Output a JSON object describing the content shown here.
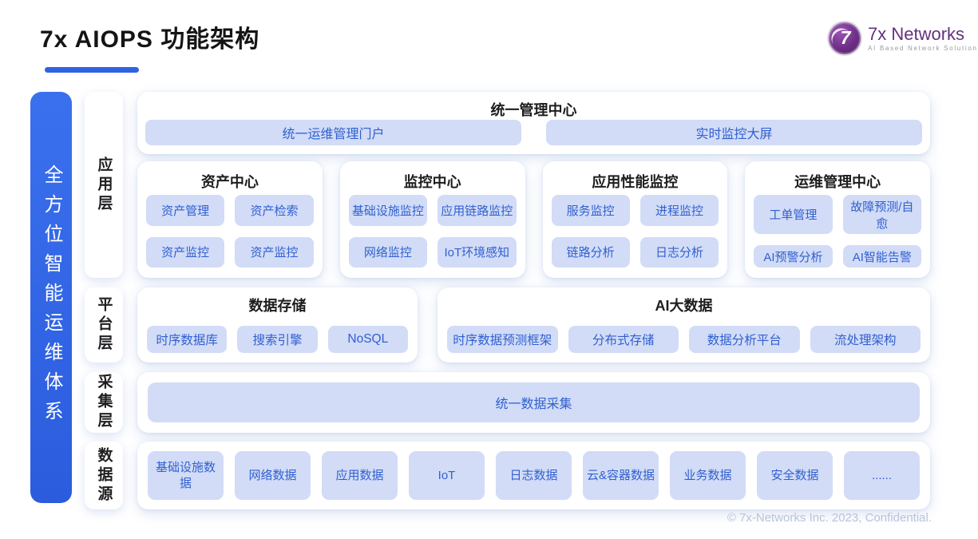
{
  "page": {
    "title": "7x AIOPS 功能架构",
    "footer": "© 7x-Networks Inc. 2023, Confidential."
  },
  "logo": {
    "mark": "7",
    "name": "7x Networks",
    "tagline": "AI Based Network Solution",
    "brand_color": "#64307f"
  },
  "colors": {
    "accent_blue": "#2e63e3",
    "pill_bg": "#d2dcf7",
    "pill_text": "#3160cf"
  },
  "side": {
    "banner": "全方位智能运维体系",
    "layers": [
      {
        "label": "应用层"
      },
      {
        "label": "平台层"
      },
      {
        "label": "采集层"
      },
      {
        "label": "数据源"
      }
    ]
  },
  "unified_mgmt": {
    "title": "统一管理中心",
    "pills": [
      "统一运维管理门户",
      "实时监控大屏"
    ]
  },
  "app_layer_cards": [
    {
      "title": "资产中心",
      "pills": [
        "资产管理",
        "资产检索",
        "资产监控",
        "资产监控"
      ]
    },
    {
      "title": "监控中心",
      "pills": [
        "基础设施监控",
        "应用链路监控",
        "网络监控",
        "IoT环境感知"
      ]
    },
    {
      "title": "应用性能监控",
      "pills": [
        "服务监控",
        "进程监控",
        "链路分析",
        "日志分析"
      ]
    },
    {
      "title": "运维管理中心",
      "pills": [
        "工单管理",
        "故障预测/自愈",
        "AI预警分析",
        "AI智能告警"
      ]
    }
  ],
  "platform_cards": [
    {
      "title": "数据存储",
      "pills": [
        "时序数据库",
        "搜索引擎",
        "NoSQL"
      ]
    },
    {
      "title": "AI大数据",
      "pills": [
        "时序数据预测框架",
        "分布式存储",
        "数据分析平台",
        "流处理架构"
      ]
    }
  ],
  "collection": {
    "pill": "统一数据采集"
  },
  "datasources": [
    "基础设施数据",
    "网络数据",
    "应用数据",
    "IoT",
    "日志数据",
    "云&容器数据",
    "业务数据",
    "安全数据",
    "......"
  ]
}
